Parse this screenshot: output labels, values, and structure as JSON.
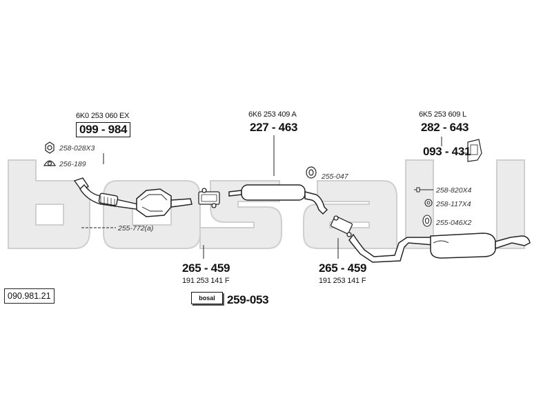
{
  "reference": "090.981.21",
  "brand_tag": "bosal",
  "callouts": [
    {
      "id": "oe-099984",
      "text": "6K0 253 060 EX"
    },
    {
      "id": "pn-099984",
      "text": "099 - 984"
    },
    {
      "id": "acc-258028",
      "text": "258-028X3"
    },
    {
      "id": "acc-256189",
      "text": "256-189"
    },
    {
      "id": "acc-255772",
      "text": "255-772(a)"
    },
    {
      "id": "oe-227463",
      "text": "6K6 253 409 A"
    },
    {
      "id": "pn-227463",
      "text": "227 - 463"
    },
    {
      "id": "acc-255047",
      "text": "255-047"
    },
    {
      "id": "oe-282643",
      "text": "6K5 253 609 L"
    },
    {
      "id": "pn-282643",
      "text": "282 - 643"
    },
    {
      "id": "pn-093431",
      "text": "093 - 431"
    },
    {
      "id": "acc-258820",
      "text": "258-820X4"
    },
    {
      "id": "acc-258117",
      "text": "258-117X4"
    },
    {
      "id": "acc-255046",
      "text": "255-046X2"
    },
    {
      "id": "pn-265459-a",
      "text": "265 - 459"
    },
    {
      "id": "oe-265459-a",
      "text": "191 253 141 F"
    },
    {
      "id": "pn-265459-b",
      "text": "265 - 459"
    },
    {
      "id": "oe-265459-b",
      "text": "191 253 141 F"
    },
    {
      "id": "pn-259053",
      "text": "259-053"
    }
  ]
}
